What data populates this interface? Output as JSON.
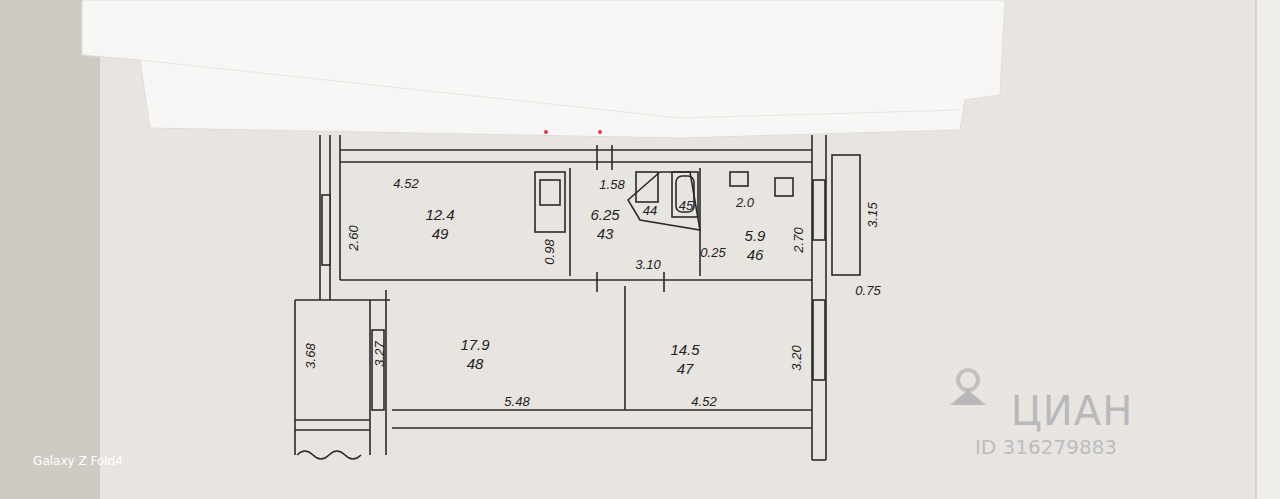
{
  "diagram": {
    "nodes": [
      {
        "text": [
          "12.4",
          "49"
        ]
      },
      {
        "text": [
          "6.25",
          "43"
        ]
      },
      {
        "text": [
          "5.9",
          "46"
        ]
      },
      {
        "text": [
          "17.9",
          "48"
        ]
      },
      {
        "text": [
          "14.5",
          "47"
        ]
      }
    ],
    "labels": [
      "4.52",
      "2.60",
      "1.58",
      "0.98",
      "3.10",
      "44",
      "45",
      "2.0",
      "2.70",
      "0.25",
      "3.15",
      "0.75",
      "3.27",
      "5.48",
      "3.68",
      "4.52",
      "3.20",
      "ЦИАН",
      "ID 316279883",
      "Galaxy Z Fold4"
    ]
  }
}
